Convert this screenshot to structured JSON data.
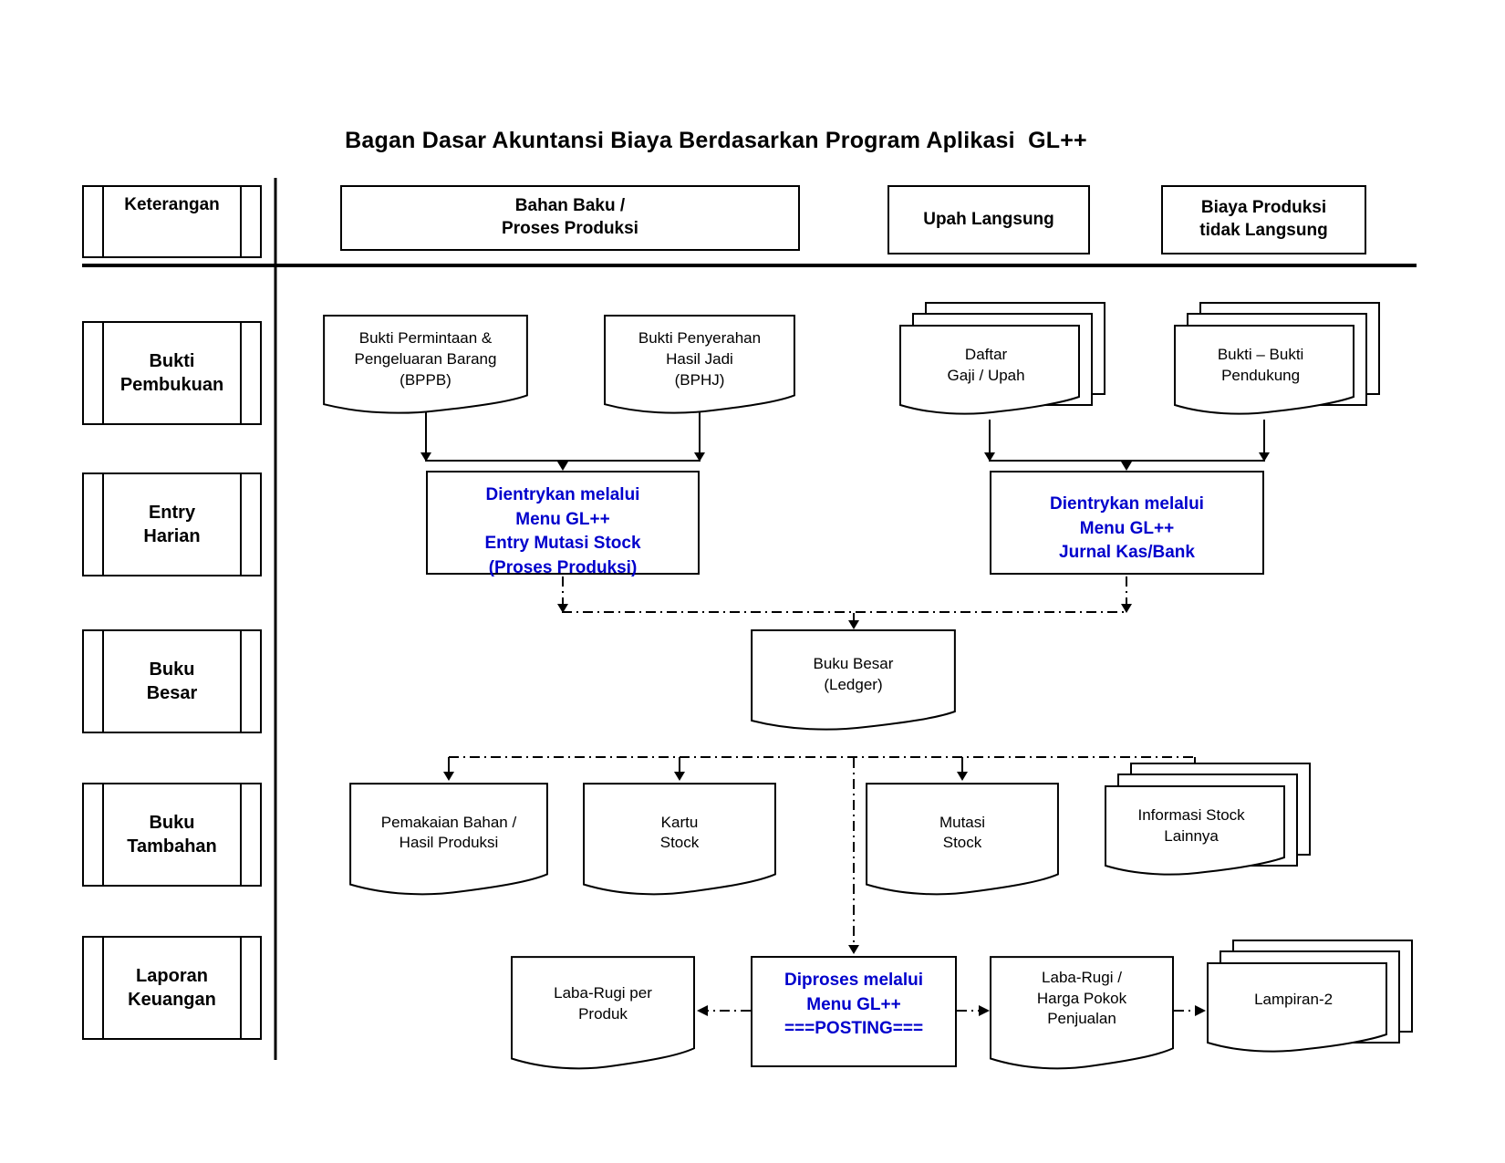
{
  "title": "Bagan Dasar Akuntansi Biaya Berdasarkan Program Aplikasi  GL++",
  "colors": {
    "accent_blue": "#0000CC",
    "line_black": "#000000",
    "background": "#FFFFFF"
  },
  "legend_column": {
    "items": [
      {
        "label": "Keterangan"
      },
      {
        "label": "Bukti\nPembukuan"
      },
      {
        "label": "Entry\nHarian"
      },
      {
        "label": "Buku\nBesar"
      },
      {
        "label": "Buku\nTambahan"
      },
      {
        "label": "Laporan\nKeuangan"
      }
    ]
  },
  "column_headers": [
    {
      "label": "Bahan Baku /\nProses Produksi"
    },
    {
      "label": "Upah Langsung"
    },
    {
      "label": "Biaya Produksi\ntidak Langsung"
    }
  ],
  "nodes": {
    "bppb": {
      "label": "Bukti Permintaan  &\nPengeluaran Barang\n(BPPB)",
      "shape": "document"
    },
    "bphj": {
      "label": "Bukti Penyerahan\nHasil Jadi\n(BPHJ)",
      "shape": "document"
    },
    "daftar_gaji": {
      "label": "Daftar\nGaji / Upah",
      "shape": "stacked-documents"
    },
    "bukti_pendukung": {
      "label": "Bukti – Bukti\nPendukung",
      "shape": "stacked-documents"
    },
    "entry_mutasi": {
      "label": "Dientrykan melalui\nMenu GL++\nEntry Mutasi Stock\n(Proses Produksi)",
      "shape": "process"
    },
    "jurnal_kas": {
      "label": "Dientrykan melalui\nMenu GL++\nJurnal Kas/Bank",
      "shape": "process"
    },
    "buku_besar": {
      "label": "Buku Besar\n(Ledger)",
      "shape": "document"
    },
    "pemakaian_bahan": {
      "label": "Pemakaian Bahan /\nHasil Produksi",
      "shape": "document"
    },
    "kartu_stock": {
      "label": "Kartu\nStock",
      "shape": "document"
    },
    "mutasi_stock": {
      "label": "Mutasi\nStock",
      "shape": "document"
    },
    "informasi_stock": {
      "label": "Informasi Stock\nLainnya",
      "shape": "stacked-documents"
    },
    "laba_rugi_produk": {
      "label": "Laba-Rugi per\nProduk",
      "shape": "document"
    },
    "posting": {
      "label": "Diproses melalui\nMenu GL++\n===POSTING===",
      "shape": "process"
    },
    "laba_rugi_hpp": {
      "label": "Laba-Rugi /\nHarga Pokok\nPenjualan",
      "shape": "document"
    },
    "lampiran": {
      "label": "Lampiran-2",
      "shape": "stacked-documents"
    }
  }
}
